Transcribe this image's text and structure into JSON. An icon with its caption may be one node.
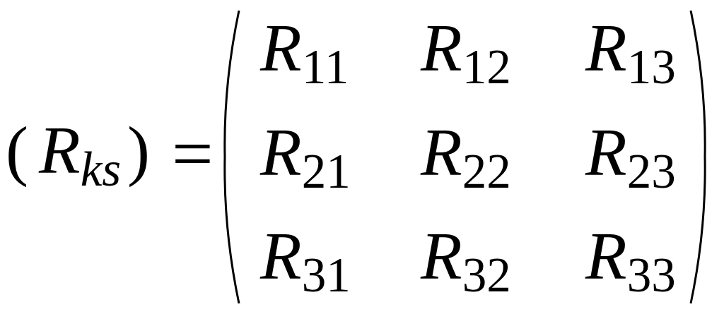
{
  "diagram": {
    "labels": [
      "(",
      "R$_{ks}$",
      ")",
      "=",
      "R$_{11}$",
      "R$_{12}$",
      "R$_{13}$",
      "R$_{21}$",
      "R$_{22}$",
      "R$_{23}$",
      "R$_{31}$",
      "R$_{32}$",
      "R$_{33}$"
    ]
  }
}
